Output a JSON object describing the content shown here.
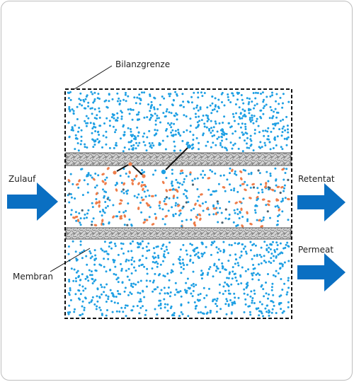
{
  "labels": {
    "boundary": "Bilanzgrenze",
    "feed": "Zulauf",
    "retentate": "Retentat",
    "permeate": "Permeat",
    "membrane": "Membran"
  },
  "colors": {
    "small_particle": "#1e9fe3",
    "large_particle": "#ee7d4a",
    "arrow": "#0a6fc2",
    "membrane_fill": "#c9c9c9",
    "membrane_edge": "#555555",
    "boundary": "#111111",
    "dark_particle": "#4a6270"
  }
}
